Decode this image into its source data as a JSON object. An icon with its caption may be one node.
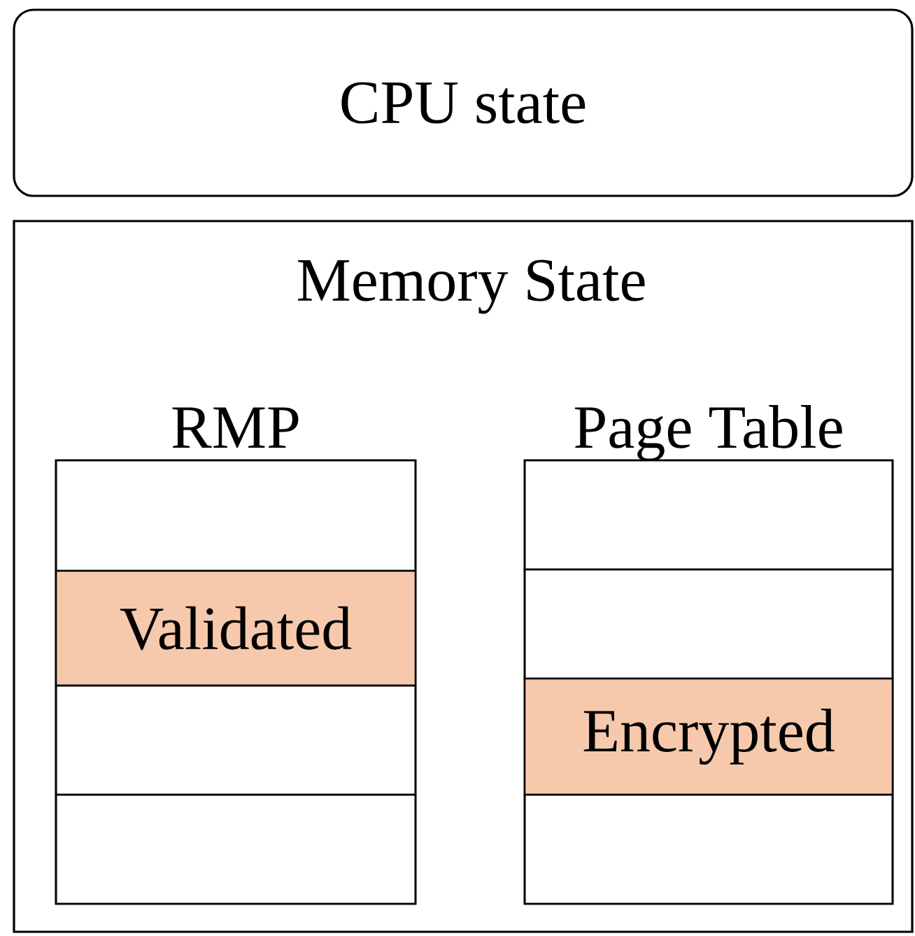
{
  "diagram": {
    "nodes": [
      {
        "text": [
          "CPU state"
        ]
      },
      {
        "text": [
          "Memory State"
        ]
      },
      {
        "text": [
          "RMP"
        ],
        "in": 1
      },
      {
        "text": [],
        "shape": "box",
        "in": 2
      },
      {
        "text": [
          "Validated"
        ],
        "in": 2
      },
      {
        "text": [],
        "shape": "box",
        "in": 2
      },
      {
        "text": [],
        "shape": "box",
        "in": 2
      },
      {
        "text": [
          "Page Table"
        ],
        "in": 1
      },
      {
        "text": [],
        "shape": "box",
        "in": 7
      },
      {
        "text": [],
        "shape": "box",
        "in": 7
      },
      {
        "text": [
          "Encrypted"
        ],
        "in": 7
      },
      {
        "text": [],
        "shape": "box",
        "in": 7
      }
    ]
  }
}
